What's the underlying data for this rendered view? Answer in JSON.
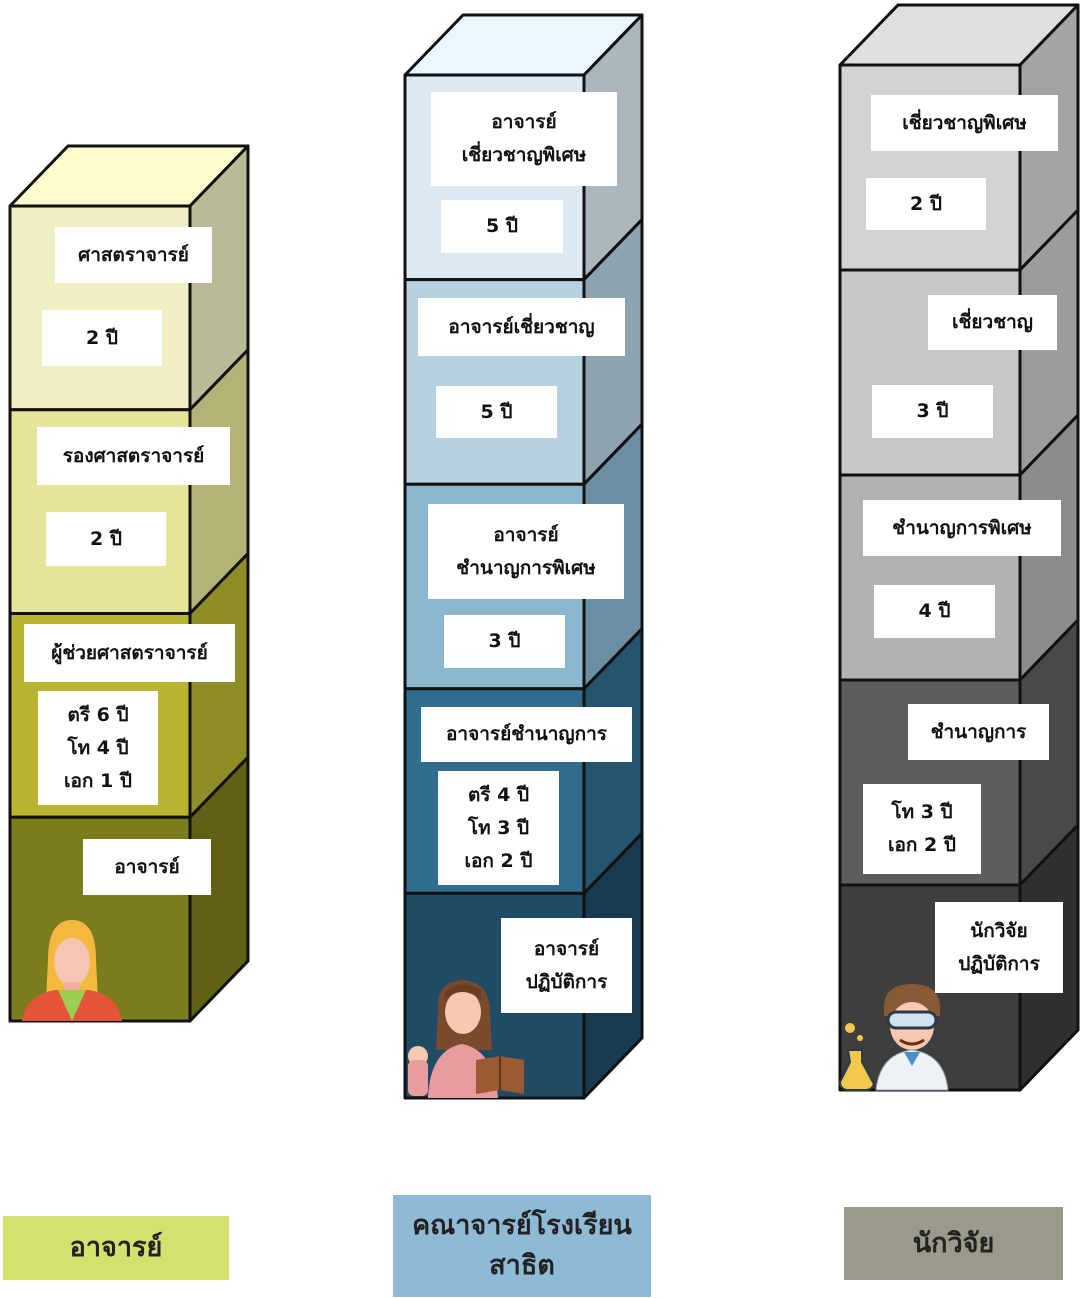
{
  "colors": {
    "col1": [
      "#f0eec3",
      "#e6e499",
      "#b7b532",
      "#7b7c1c"
    ],
    "col2": [
      "#dde9f2",
      "#b6d1e2",
      "#8ab6d0",
      "#2f6c8d",
      "#1f4b65"
    ],
    "col3": [
      "#d2d2d2",
      "#c8c8c8",
      "#b2b2b2",
      "#5d5d5d",
      "#3e3e3e"
    ],
    "legend_academic": "#d4e16f",
    "legend_demo": "#8ebad5",
    "legend_research": "#9b998a"
  },
  "column_academic": {
    "level_professor": "ศาสตราจารย์",
    "years_professor": "2 ปี",
    "level_associate": "รองศาสตราจารย์",
    "years_associate": "2 ปี",
    "level_assistant": "ผู้ช่วยศาสตราจารย์",
    "years_assistant": "ตรี 6 ปี\nโท 4 ปี\nเอก 1 ปี",
    "level_lecturer": "อาจารย์",
    "figure_icon": "woman-avatar-icon"
  },
  "column_demo_school": {
    "level_expert_special": "อาจารย์\nเชี่ยวชาญพิเศษ",
    "years_expert_special": "5 ปี",
    "level_expert": "อาจารย์เชี่ยวชาญ",
    "years_expert": "5 ปี",
    "level_proficient_special": "อาจารย์\nชำนาญการพิเศษ",
    "years_proficient_special": "3 ปี",
    "level_proficient": "อาจารย์ชำนาญการ",
    "years_proficient": "ตรี 4 ปี\nโท 3 ปี\nเอก 2 ปี",
    "level_practitioner": "อาจารย์\nปฏิบัติการ",
    "figure_icon": "teacher-with-book-icon"
  },
  "column_researcher": {
    "level_expert_special": "เชี่ยวชาญพิเศษ",
    "years_expert_special": "2 ปี",
    "level_expert": "เชี่ยวชาญ",
    "years_expert": "3 ปี",
    "level_proficient_special": "ชำนาญการพิเศษ",
    "years_proficient_special": "4 ปี",
    "level_proficient": "ชำนาญการ",
    "years_proficient": "โท 3 ปี\nเอก 2 ปี",
    "level_practitioner": "นักวิจัย\nปฏิบัติการ",
    "figure_icon": "scientist-icon"
  },
  "legend": {
    "academic": "อาจารย์",
    "demo_school": "คณาจารย์โรงเรียน\nสาธิต",
    "researcher": "นักวิจัย"
  }
}
